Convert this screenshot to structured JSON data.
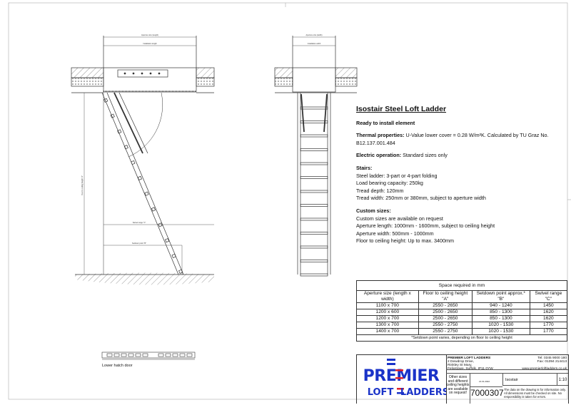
{
  "drawing": {
    "side_view_labels": {
      "aperture_length": "Aperture size (length)",
      "installation_length": "Installation length",
      "swivel_range": "Swivel range \"C\"",
      "setdown_point": "Setdown point \"B\"",
      "floor_to_ceiling": "Floor to ceiling height \"A\""
    },
    "front_view_labels": {
      "aperture_width": "Aperture size (width)",
      "installation_width": "Installation width"
    },
    "lower_hatch_label": "Lower hatch door"
  },
  "spec": {
    "title": "Isostair Steel Loft Ladder",
    "subtitle": "Ready to install element",
    "thermal_label": "Thermal properties:",
    "thermal_text": "U-Value lower cover = 0.28 W/m²K.  Calculated by TU Graz No. B12.137.001.484",
    "electric_label": "Electric operation:",
    "electric_text": "Standard sizes only",
    "stairs_label": "Stairs:",
    "stairs_lines": [
      "Steel ladder: 3-part or 4-part folding",
      "Load bearing capacity: 250kg",
      "Tread depth: 120mm",
      "Tread width: 250mm or 380mm, subject to aperture width"
    ],
    "custom_label": "Custom sizes:",
    "custom_lines": [
      "Custom sizes are available on request",
      "Aperture length: 1000mm - 1600mm, subject to ceiling height",
      "Aperture width: 500mm - 1000mm",
      "Floor to ceiling height: Up to max. 3400mm"
    ]
  },
  "table": {
    "caption": "Space required in mm",
    "headers": [
      "Aperture size (length x width)",
      "Floor to ceiling height \"A\"",
      "Setdown point approx.* \"B\"",
      "Swivel range \"C\""
    ],
    "rows": [
      [
        "1100 x 700",
        "2550 - 2650",
        "940 - 1240",
        "1450"
      ],
      [
        "1200 x 600",
        "2500 - 2650",
        "850 - 1300",
        "1620"
      ],
      [
        "1200 x 700",
        "2500 - 2650",
        "850 - 1300",
        "1620"
      ],
      [
        "1300 x 700",
        "2550 - 2750",
        "1020 - 1530",
        "1770"
      ],
      [
        "1400 x 700",
        "2550 - 2750",
        "1020 - 1530",
        "1770"
      ]
    ],
    "footnote": "*Setdown point varies, depending on floor to ceiling height"
  },
  "title_block": {
    "logo_top": "PREMIER",
    "logo_bottom_left": "LOFT",
    "logo_bottom_right": "LADDERS",
    "company": "PREMIER LOFT LADDERS",
    "address": [
      "2 Dewdrop Drive,",
      "Rinkley St Mary,",
      "Felixstowe, Suffolk. IP11 0YW"
    ],
    "tel": "Tel: 0345 9000 180",
    "fax": "Fax: 01394 214413",
    "web": "www.premierloftladders.co.uk",
    "note": "Other sizes and different ceiling heights are available on request!",
    "date": "21.01.2022",
    "product": "Isostair",
    "scale": "1:10",
    "drawing_no": "7000307",
    "disclaimer": "The data on the drawing is for information only. All dimensions must be checked on site. No responsibility is taken for errors."
  },
  "colors": {
    "logo_blue": "#1a33c8",
    "logo_red": "#e0202a",
    "line": "#333333"
  }
}
